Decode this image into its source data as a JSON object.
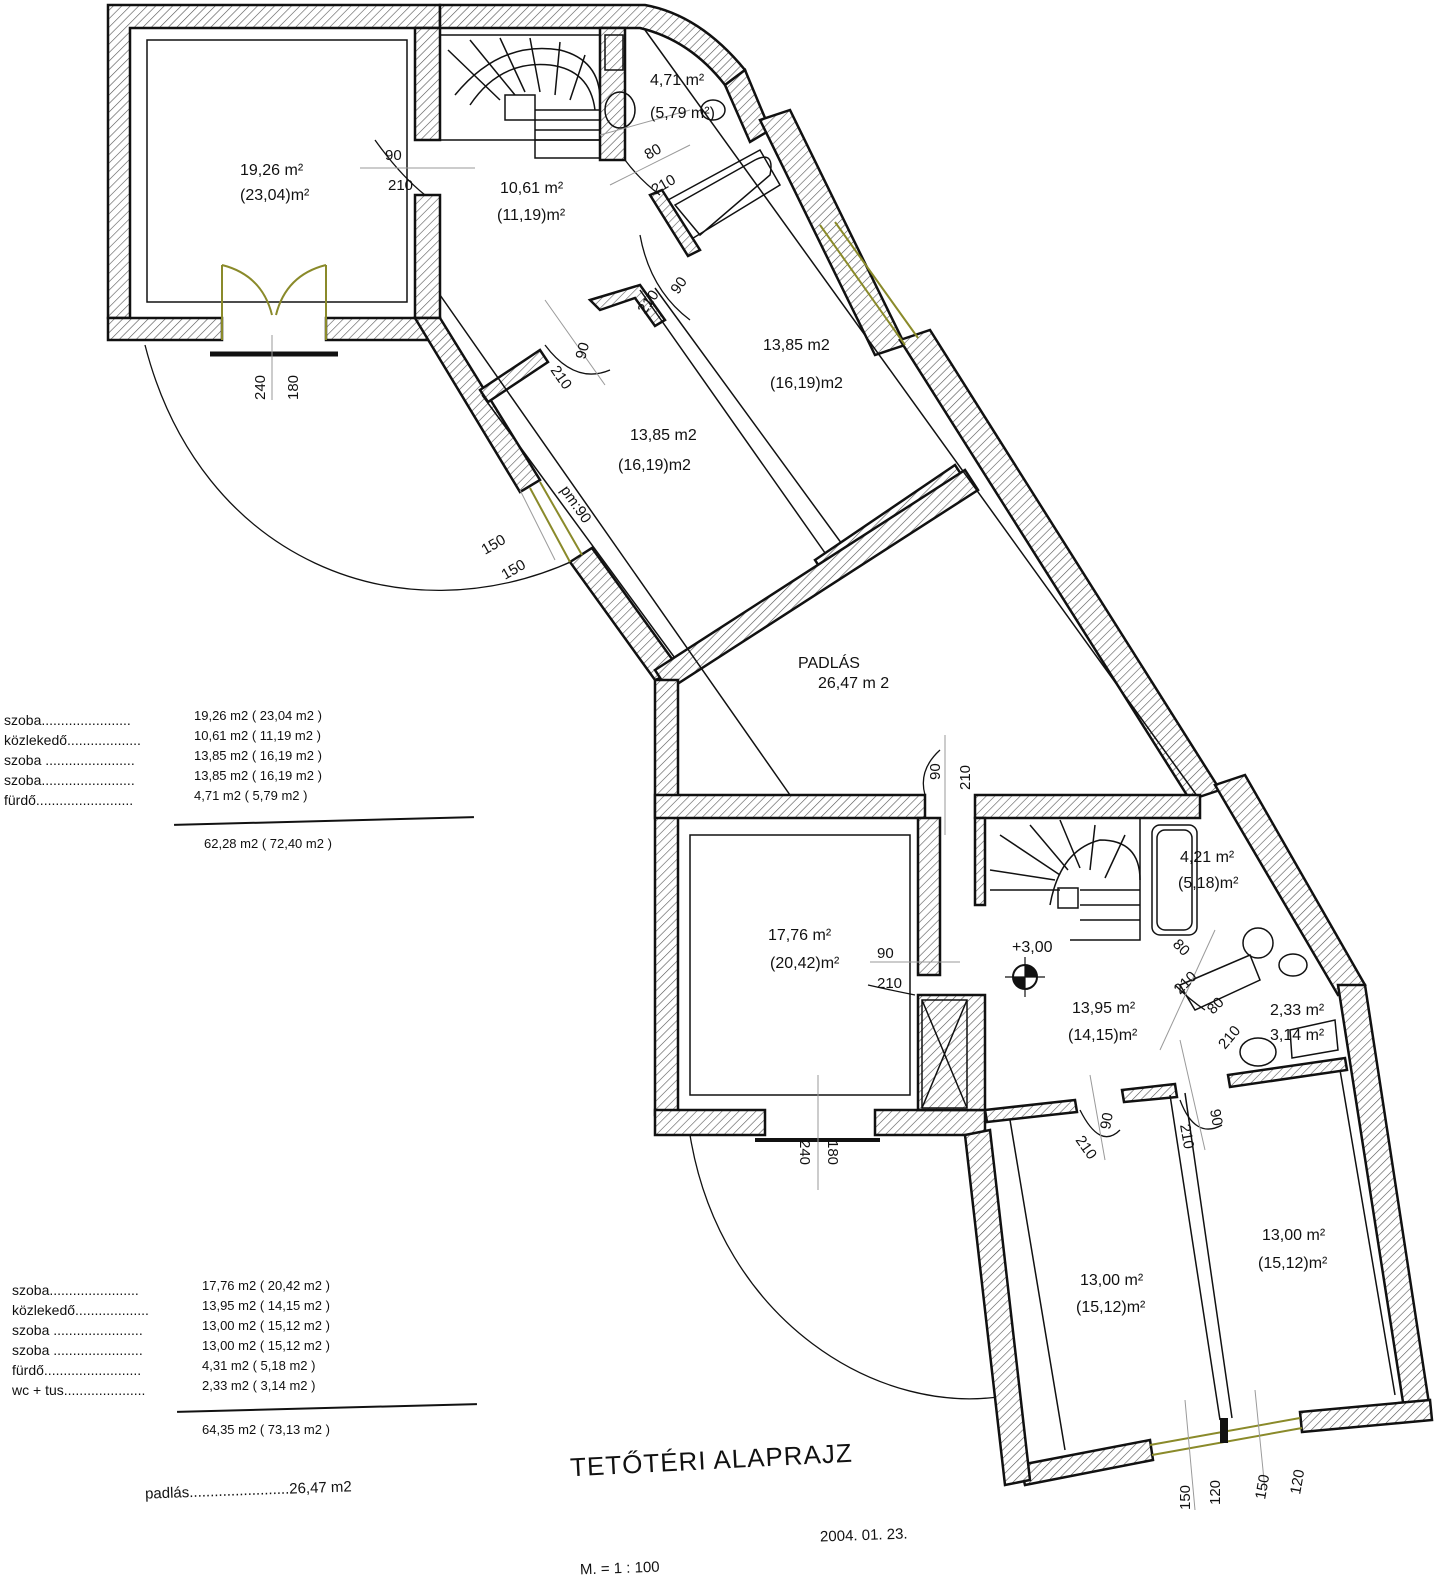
{
  "title": "TETŐTÉRI ALAPRAJZ",
  "scale": "M. = 1 : 100",
  "date": "2004. 01. 23.",
  "attic_summary": {
    "label": "padlás",
    "dots": "........................",
    "value": "26,47 m2"
  },
  "legend_upper": {
    "rows": [
      {
        "name": "szoba.......................",
        "value": "19,26 m2 ( 23,04 m2 )"
      },
      {
        "name": "közlekedő...................",
        "value": "10,61 m2 ( 11,19 m2 )"
      },
      {
        "name": "szoba .......................",
        "value": "13,85 m2 ( 16,19 m2 )"
      },
      {
        "name": "szoba........................",
        "value": "13,85 m2 ( 16,19 m2 )"
      },
      {
        "name": "fürdő.........................",
        "value": "4,71 m2 (  5,79 m2 )"
      }
    ],
    "total": "62,28 m2 ( 72,40 m2 )"
  },
  "legend_lower": {
    "rows": [
      {
        "name": "szoba.......................",
        "value": "17,76 m2 ( 20,42 m2 )"
      },
      {
        "name": "közlekedő...................",
        "value": "13,95 m2 ( 14,15 m2 )"
      },
      {
        "name": "szoba .......................",
        "value": "13,00 m2 ( 15,12 m2 )"
      },
      {
        "name": "szoba .......................",
        "value": "13,00 m2 ( 15,12 m2 )"
      },
      {
        "name": "fürdő.........................",
        "value": "4,31 m2 (  5,18 m2 )"
      },
      {
        "name": "wc + tus.....................",
        "value": "2,33 m2 (  3,14 m2 )"
      }
    ],
    "total": "64,35 m2 ( 73,13 m2 )"
  },
  "rooms": [
    {
      "id": "room-1",
      "area": "19,26 m²",
      "gross": "(23,04)m²"
    },
    {
      "id": "room-2",
      "area": "10,61 m²",
      "gross": "(11,19)m²"
    },
    {
      "id": "room-3",
      "area": "4,71 m²",
      "gross": "(5,79 m²)"
    },
    {
      "id": "room-4",
      "area": "13,85 m2",
      "gross": "(16,19)m2"
    },
    {
      "id": "room-5",
      "area": "13,85 m2",
      "gross": "(16,19)m2"
    },
    {
      "id": "room-6",
      "area": "PADLÁS",
      "gross": "26,47 m 2"
    },
    {
      "id": "room-7",
      "area": "17,76 m²",
      "gross": "(20,42)m²"
    },
    {
      "id": "room-8",
      "area": "13,95 m²",
      "gross": "(14,15)m²"
    },
    {
      "id": "room-9",
      "area": "4,21 m²",
      "gross": "(5,18)m²"
    },
    {
      "id": "room-10",
      "area": "2,33 m²",
      "gross": "3,14 m²"
    },
    {
      "id": "room-11",
      "area": "13,00 m²",
      "gross": "(15,12)m²"
    },
    {
      "id": "room-12",
      "area": "13,00 m²",
      "gross": "(15,12)m²"
    }
  ],
  "level": "+3,00",
  "dimensions": [
    "90",
    "210",
    "80",
    "240",
    "180",
    "150",
    "120",
    "pm:90"
  ]
}
